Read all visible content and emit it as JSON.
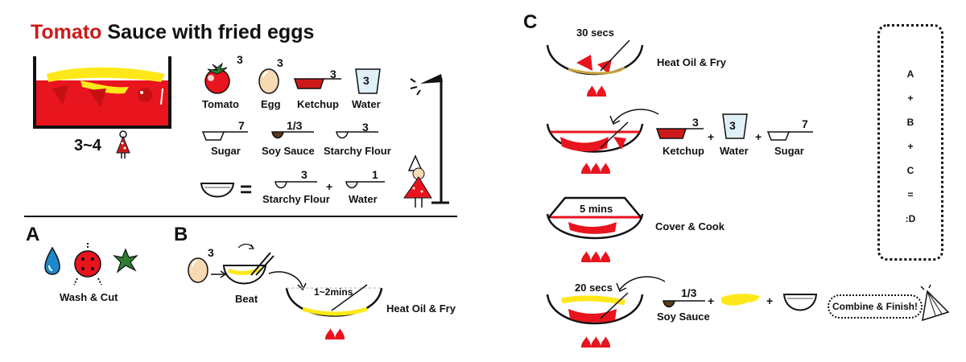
{
  "title": {
    "highlight": "Tomato",
    "rest": " Sauce with fried eggs"
  },
  "servings": "3~4",
  "ingredients": {
    "tomato": {
      "label": "Tomato",
      "qty": "3"
    },
    "egg": {
      "label": "Egg",
      "qty": "3"
    },
    "ketchup": {
      "label": "Ketchup",
      "qty": "3"
    },
    "water": {
      "label": "Water",
      "qty": "3"
    },
    "sugar": {
      "label": "Sugar",
      "qty": "7"
    },
    "soy_sauce": {
      "label": "Soy Sauce",
      "qty": "1/3"
    },
    "starchy_flour": {
      "label": "Starchy Flour",
      "qty": "3"
    }
  },
  "slurry": {
    "equals": "=",
    "plus": "+",
    "flour": {
      "label": "Starchy Flour",
      "qty": "3"
    },
    "water": {
      "label": "Water",
      "qty": "1"
    }
  },
  "section_a": {
    "letter": "A",
    "caption": "Wash & Cut"
  },
  "section_b": {
    "letter": "B",
    "egg_qty": "3",
    "beat": "Beat",
    "time": "1~2mins",
    "caption": "Heat Oil & Fry"
  },
  "section_c": {
    "letter": "C",
    "step1": {
      "time": "30 secs",
      "caption": "Heat Oil & Fry"
    },
    "step2": {
      "ketchup": "Ketchup",
      "ketchup_qty": "3",
      "water": "Water",
      "water_qty": "3",
      "sugar": "Sugar",
      "sugar_qty": "7",
      "plus": "+"
    },
    "step3": {
      "time": "5 mins",
      "caption": "Cover & Cook"
    },
    "step4": {
      "time": "20 secs",
      "soy": "Soy Sauce",
      "soy_qty": "1/3",
      "plus": "+",
      "finish": "Combine & Finish!"
    }
  },
  "summary": [
    "A",
    "+",
    "B",
    "+",
    "C",
    "=",
    ":D"
  ],
  "colors": {
    "accent_red": "#cc1a1a",
    "sauce_red": "#e8141e",
    "egg_yellow": "#ffe81a",
    "water_blue": "#dff0f7",
    "leaf_green": "#2e7d32",
    "drop_blue": "#1e88c8"
  }
}
